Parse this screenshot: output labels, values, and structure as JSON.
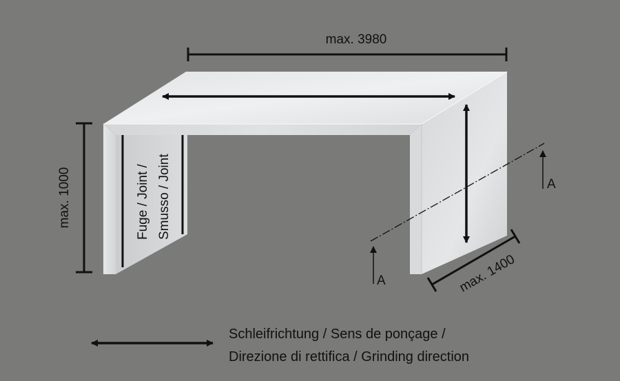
{
  "dimensions": {
    "width": "max. 3980",
    "height": "max. 1000",
    "depth": "max. 1400"
  },
  "joint_label": {
    "line1": "Fuge / Joint /",
    "line2": "Smusso / Joint"
  },
  "section_marker": {
    "left": "A",
    "right": "A"
  },
  "legend": {
    "line1": "Schleifrichtung / Sens de ponçage /",
    "line2": "Direzione di rettifica / Grinding direction"
  },
  "colors": {
    "background": "#7a7a78",
    "line": "#111111",
    "panel_light": "#e6e8e9",
    "panel_mid": "#d9dbdc",
    "panel_dark": "#cfd1d2"
  }
}
